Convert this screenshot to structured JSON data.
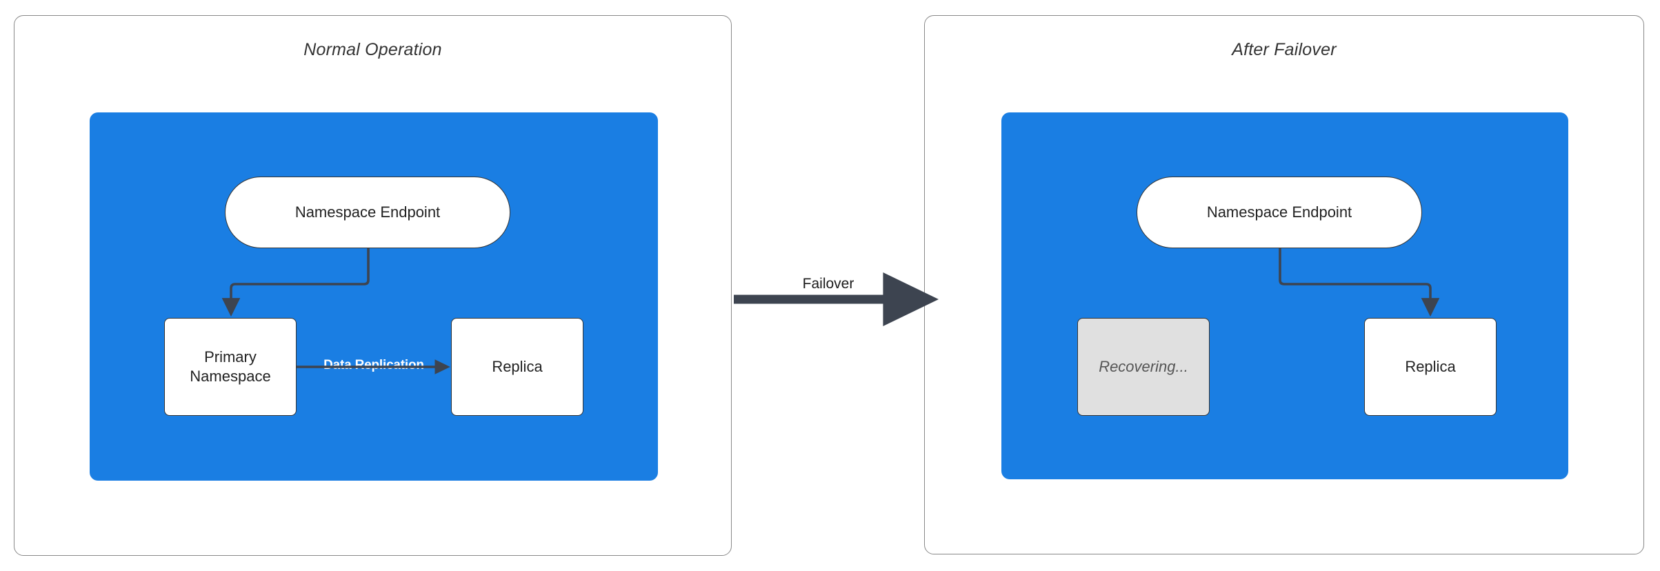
{
  "diagram": {
    "title_left": "Normal Operation",
    "title_right": "After Failover",
    "transition_label": "Failover",
    "colors": {
      "region_blue": "#1a7ee3",
      "node_fill": "#ffffff",
      "node_stroke": "#333333",
      "muted_fill": "#e0e0e0",
      "muted_text": "#555555",
      "connector": "#3d4450",
      "panel_border": "#888888",
      "replication_text": "#ffffff"
    }
  },
  "panels": {
    "left": {
      "title": "Normal Operation",
      "nodes": {
        "endpoint": "Namespace Endpoint",
        "primary": "Primary\nNamespace",
        "primary_line1": "Primary",
        "primary_line2": "Namespace",
        "replica": "Replica"
      },
      "edges": {
        "endpoint_to_primary": "",
        "primary_to_replica": "Data Replication"
      }
    },
    "right": {
      "title": "After Failover",
      "nodes": {
        "endpoint": "Namespace Endpoint",
        "recovering": "Recovering...",
        "replica": "Replica"
      },
      "edges": {
        "endpoint_to_replica": ""
      }
    }
  }
}
